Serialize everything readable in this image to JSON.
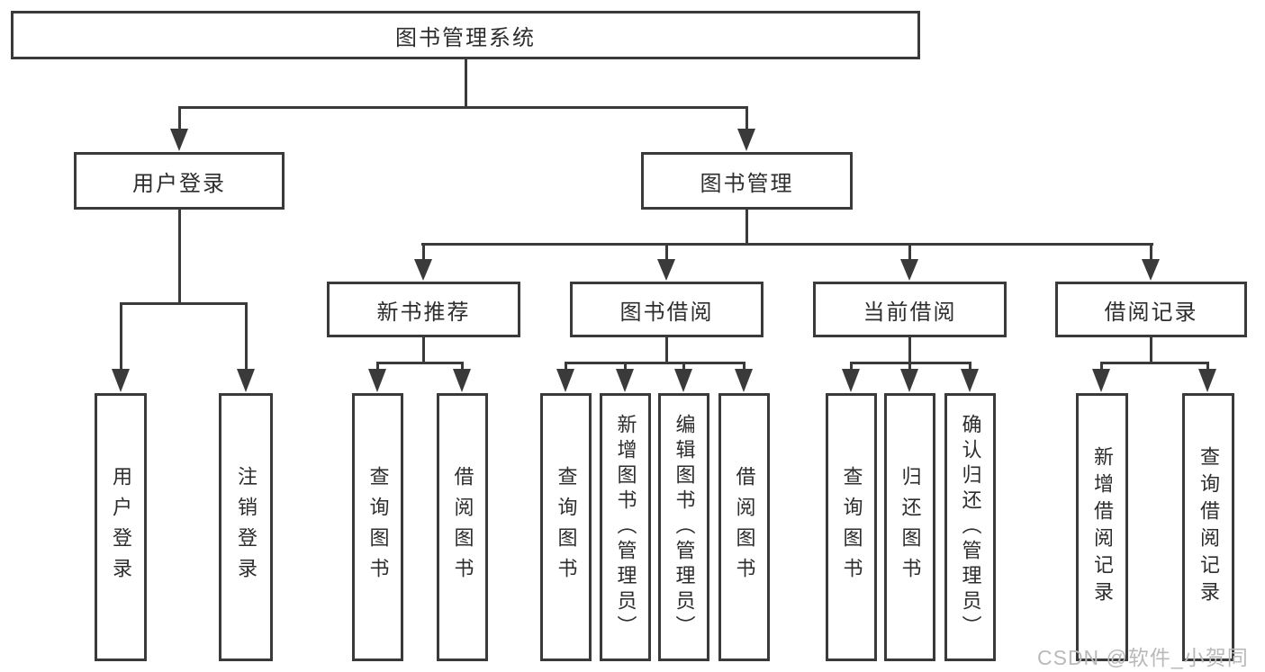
{
  "tree": {
    "root": {
      "label": "图书管理系统"
    },
    "children": [
      {
        "label": "用户登录",
        "children": [
          {
            "label": "用户登录"
          },
          {
            "label": "注销登录"
          }
        ]
      },
      {
        "label": "图书管理",
        "children": [
          {
            "label": "新书推荐",
            "children": [
              {
                "label": "查询图书"
              },
              {
                "label": "借阅图书"
              }
            ]
          },
          {
            "label": "图书借阅",
            "children": [
              {
                "label": "查询图书"
              },
              {
                "label": "新增图书（管理员）"
              },
              {
                "label": "编辑图书（管理员）"
              },
              {
                "label": "借阅图书"
              }
            ]
          },
          {
            "label": "当前借阅",
            "children": [
              {
                "label": "查询图书"
              },
              {
                "label": "归还图书"
              },
              {
                "label": "确认归还（管理员）"
              }
            ]
          },
          {
            "label": "借阅记录",
            "children": [
              {
                "label": "新增借阅记录"
              },
              {
                "label": "查询借阅记录"
              }
            ]
          }
        ]
      }
    ]
  },
  "watermark": {
    "label": "CSDN @软件_小贺同学"
  },
  "colors": {
    "line": "#3a3a3a",
    "text": "#2d2d2d",
    "watermark": "#b9b9b9",
    "background": "#ffffff"
  }
}
